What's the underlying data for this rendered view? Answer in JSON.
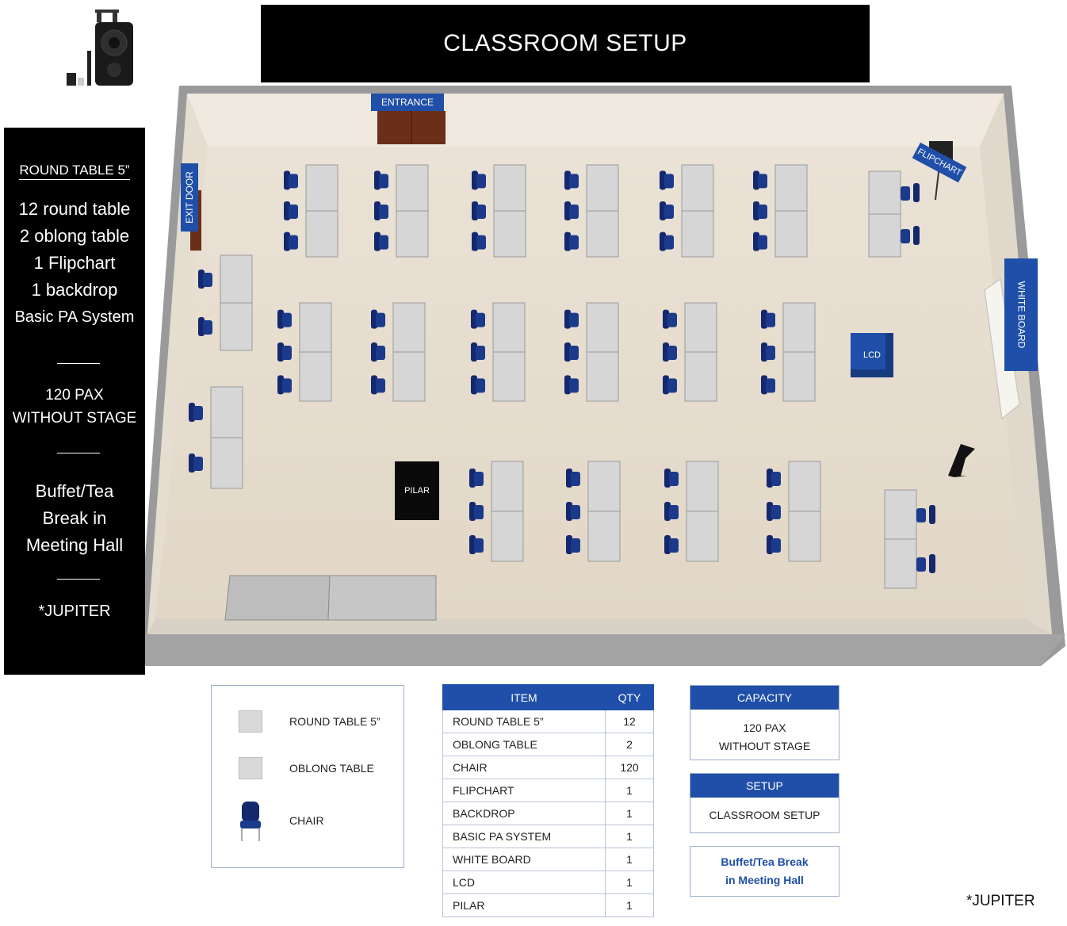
{
  "title": "CLASSROOM SETUP",
  "info_panel": {
    "heading": "ROUND TABLE 5”",
    "lines": [
      "12 round table",
      "2 oblong table",
      "1 Flipchart",
      "1 backdrop",
      "Basic PA System"
    ],
    "capacity_line1": "120 PAX",
    "capacity_line2": "WITHOUT STAGE",
    "buffet_lines": [
      "Buffet/Tea",
      "Break in",
      "Meeting Hall"
    ],
    "venue": "*JUPITER"
  },
  "room_labels": {
    "entrance": "ENTRANCE",
    "exit_door": "EXIT DOOR",
    "flipchart": "FLIPCHART",
    "white_board": "WHITE BOARD",
    "lcd": "LCD",
    "pilar": "PILAR"
  },
  "legend": [
    {
      "label": "ROUND TABLE 5”",
      "icon": "table-swatch"
    },
    {
      "label": "OBLONG TABLE",
      "icon": "table-swatch"
    },
    {
      "label": "CHAIR",
      "icon": "chair-icon"
    }
  ],
  "item_table": {
    "headers": [
      "ITEM",
      "QTY"
    ],
    "rows": [
      {
        "item": "ROUND TABLE 5”",
        "qty": "12"
      },
      {
        "item": "OBLONG TABLE",
        "qty": "2"
      },
      {
        "item": "CHAIR",
        "qty": "120"
      },
      {
        "item": "FLIPCHART",
        "qty": "1"
      },
      {
        "item": "BACKDROP",
        "qty": "1"
      },
      {
        "item": "BASIC PA SYSTEM",
        "qty": "1"
      },
      {
        "item": "WHITE BOARD",
        "qty": "1"
      },
      {
        "item": "LCD",
        "qty": "1"
      },
      {
        "item": "PILAR",
        "qty": "1"
      }
    ]
  },
  "capacity_box": {
    "heading": "CAPACITY",
    "line1": "120 PAX",
    "line2": "WITHOUT STAGE"
  },
  "setup_box": {
    "heading": "SETUP",
    "value": "CLASSROOM SETUP"
  },
  "buffet_box": {
    "line1": "Buffet/Tea Break",
    "line2": "in Meeting Hall"
  },
  "footer_note": "*JUPITER",
  "colors": {
    "accent": "#1f4fa8",
    "chair": "#14286e",
    "table": "#d6d6d6",
    "floor": "#e6dccd",
    "wall": "#8f8f8f"
  }
}
